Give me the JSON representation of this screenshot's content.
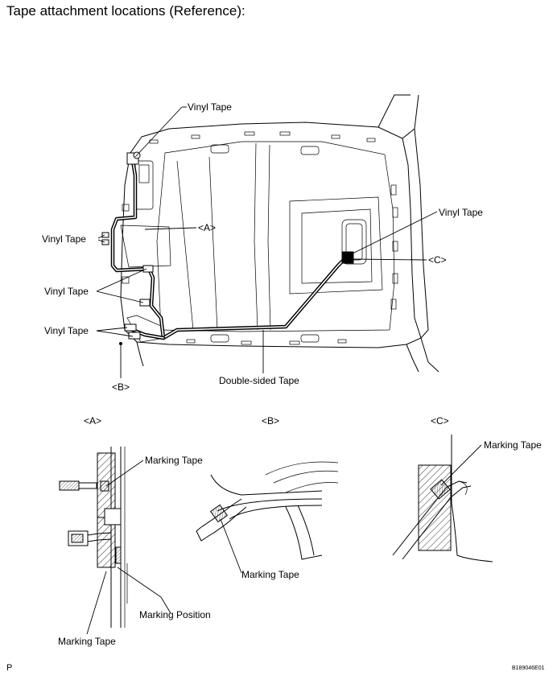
{
  "page": {
    "title": "Tape attachment locations (Reference):",
    "footer_left": "P",
    "footer_right": "B189046E01"
  },
  "main_view": {
    "labels": {
      "vinyl_top": "Vinyl Tape",
      "vinyl_left_1": "Vinyl Tape",
      "vinyl_left_2": "Vinyl Tape",
      "vinyl_left_3": "Vinyl Tape",
      "vinyl_right": "Vinyl Tape",
      "a_ref": "<A>",
      "b_ref": "<B>",
      "c_ref": "<C>",
      "double_sided": "Double-sided Tape"
    }
  },
  "detail_views": {
    "a": {
      "title": "<A>",
      "marking_tape_top": "Marking Tape",
      "marking_position": "Marking Position",
      "marking_tape_bottom": "Marking Tape"
    },
    "b": {
      "title": "<B>",
      "marking_tape": "Marking Tape"
    },
    "c": {
      "title": "<C>",
      "marking_tape": "Marking Tape"
    }
  }
}
